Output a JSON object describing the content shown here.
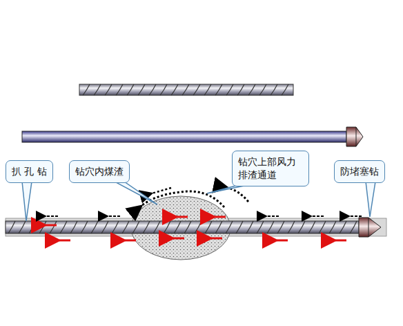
{
  "diagram": {
    "nodes": [
      {
        "text": [
          "扒 孔 钻"
        ]
      },
      {
        "text": [
          "钻穴内煤渣"
        ]
      },
      {
        "text": [
          "钻穴上部风力 排渣通道"
        ]
      },
      {
        "text": [
          "防堵塞钻"
        ]
      }
    ]
  }
}
